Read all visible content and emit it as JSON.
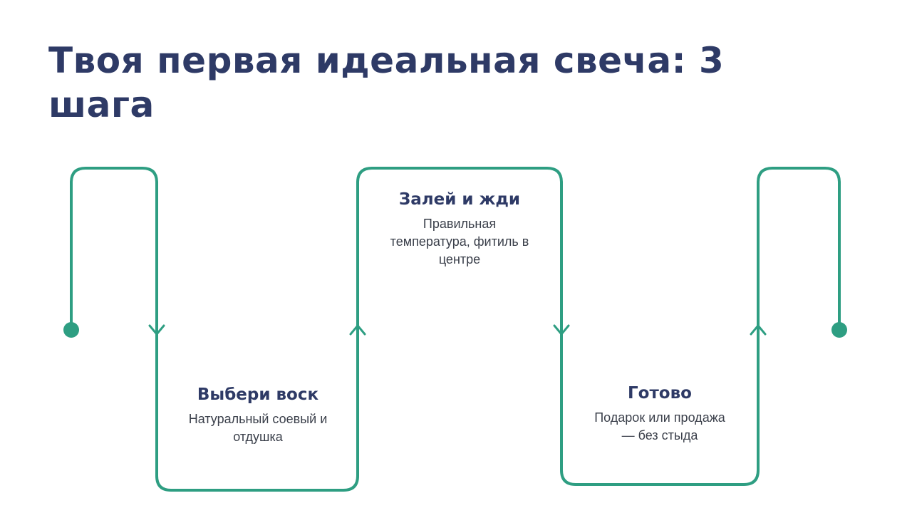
{
  "title": "Твоя первая идеальная свеча: 3 шага",
  "accent_color": "#2e9e82",
  "text_color": "#2e3a66",
  "steps": [
    {
      "title": "Выбери воск",
      "description": "Натуральный соевый и отдушка"
    },
    {
      "title": "Залей и жди",
      "description": "Правильная температура, фитиль в центре"
    },
    {
      "title": "Готово",
      "description": "Подарок или продажа — без стыда"
    }
  ]
}
